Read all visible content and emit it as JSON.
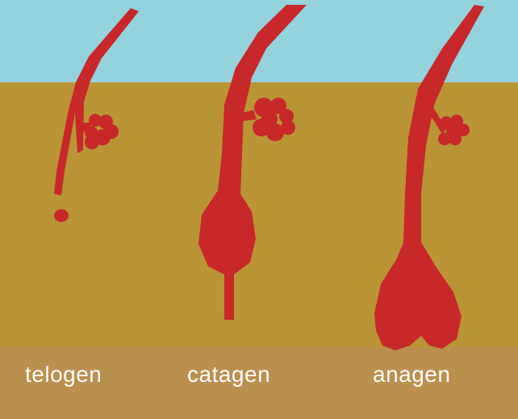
{
  "colors": {
    "sky": "#94D3DE",
    "skin": "#B99536",
    "label_band": "#BB8F4E",
    "hair": "#C8282A",
    "label_text": "#FFFFFF"
  },
  "stages": [
    {
      "id": "telogen",
      "label": "telogen"
    },
    {
      "id": "catagen",
      "label": "catagen"
    },
    {
      "id": "anagen",
      "label": "anagen"
    }
  ]
}
